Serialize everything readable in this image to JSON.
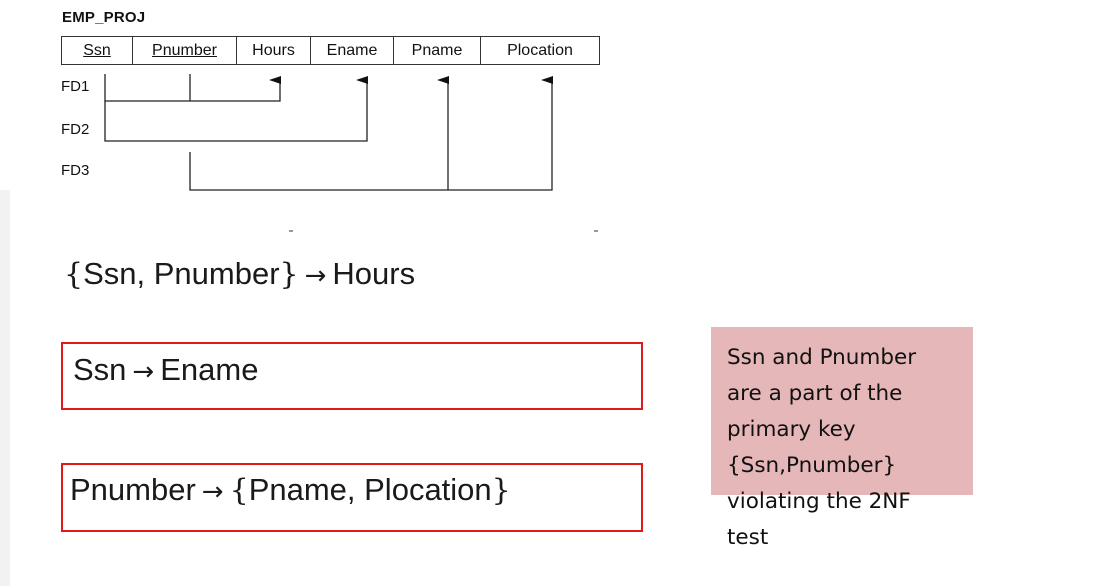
{
  "relation": {
    "title": "EMP_PROJ",
    "attributes": [
      {
        "name": "Ssn",
        "key": true
      },
      {
        "name": "Pnumber",
        "key": true
      },
      {
        "name": "Hours",
        "key": false
      },
      {
        "name": "Ename",
        "key": false
      },
      {
        "name": "Pname",
        "key": false
      },
      {
        "name": "Plocation",
        "key": false
      }
    ],
    "fd_labels": [
      "FD1",
      "FD2",
      "FD3"
    ]
  },
  "formulas": {
    "fd1": {
      "lhs_items": "Ssn, Pnumber",
      "rhs": "Hours"
    },
    "fd2": {
      "lhs": "Ssn",
      "rhs": "Ename"
    },
    "fd3": {
      "lhs": "Pnumber",
      "rhs_items": "Pname, Plocation"
    }
  },
  "note": {
    "text": "Ssn and Pnumber are a part of the primary key {Ssn,Pnumber} violating the 2NF test"
  },
  "colors": {
    "highlight_border": "#e01919",
    "note_background": "#e6b7b8"
  }
}
